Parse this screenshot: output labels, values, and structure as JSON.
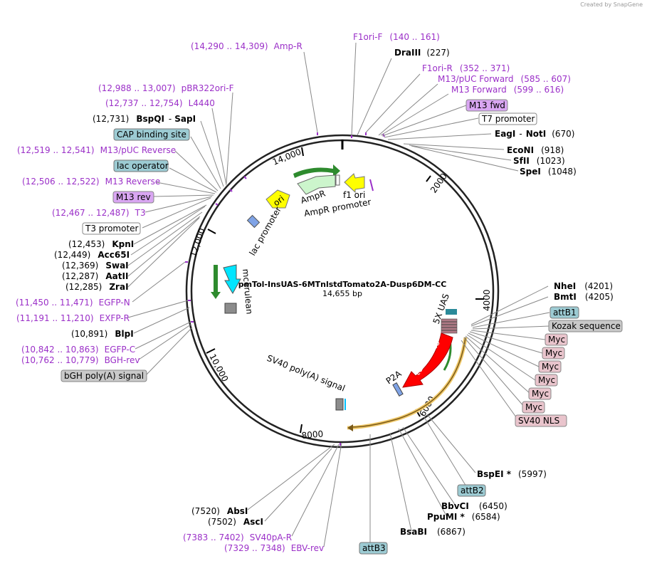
{
  "credit": "Created by SnapGene",
  "plasmid": {
    "name": "pmTol-InsUAS-6MTnlstdTomato2A-Dusp6DM-CC",
    "size": "14,655 bp"
  },
  "ticks": [
    "2000",
    "4000",
    "6000",
    "8000",
    "10,000",
    "12,000",
    "14,000"
  ],
  "features": {
    "f1ori": "f1 ori",
    "ampr": "AmpR",
    "ampr_promoter": "AmpR promoter",
    "ori": "ori",
    "lac_promoter": "lac promoter",
    "mcerulean": "mcerulean",
    "uas": "5X UAS",
    "tdtomato": "tdTomato",
    "p2a": "P2A",
    "sv40pa": "SV40 poly(A) signal"
  },
  "labels": {
    "amp_r": {
      "pos": "(14,290 .. 14,309)",
      "name": "Amp-R"
    },
    "f1ori_f": {
      "pos": "(140 .. 161)",
      "name": "F1ori-F"
    },
    "draiii": {
      "name": "DraIII",
      "pos": "(227)"
    },
    "f1ori_r": {
      "pos": "(352 .. 371)",
      "name": "F1ori-R"
    },
    "m13puc_fwd": {
      "pos": "(585 .. 607)",
      "name": "M13/pUC Forward"
    },
    "m13_fwd_long": {
      "pos": "(599 .. 616)",
      "name": "M13 Forward"
    },
    "m13_fwd_box": "M13 fwd",
    "t7_box": "T7 promoter",
    "eagi_noti": {
      "name1": "EagI",
      "sep": "-",
      "name2": "NotI",
      "pos": "(670)"
    },
    "econi": {
      "name": "EcoNI",
      "pos": "(918)"
    },
    "sfii": {
      "name": "SfII",
      "pos": "(1023)"
    },
    "spei": {
      "name": "SpeI",
      "pos": "(1048)"
    },
    "pbr322": {
      "pos": "(12,988 .. 13,007)",
      "name": "pBR322ori-F"
    },
    "l4440": {
      "pos": "(12,737 .. 12,754)",
      "name": "L4440"
    },
    "bspqi_sapi": {
      "pos": "(12,731)",
      "name1": "BspQI",
      "sep": "-",
      "name2": "SapI"
    },
    "cap_box": "CAP binding site",
    "m13puc_rev": {
      "pos": "(12,519 .. 12,541)",
      "name": "M13/pUC Reverse"
    },
    "lac_operator_box": "lac operator",
    "m13_reverse": {
      "pos": "(12,506 .. 12,522)",
      "name": "M13 Reverse"
    },
    "m13_rev_box": "M13 rev",
    "t3": {
      "pos": "(12,467 .. 12,487)",
      "name": "T3"
    },
    "t3_promoter_box": "T3 promoter",
    "kpni": {
      "pos": "(12,453)",
      "name": "KpnI"
    },
    "acc65i": {
      "pos": "(12,449)",
      "name": "Acc65I"
    },
    "swai": {
      "pos": "(12,369)",
      "name": "SwaI"
    },
    "aatii": {
      "pos": "(12,287)",
      "name": "AatII"
    },
    "zrai": {
      "pos": "(12,285)",
      "name": "ZraI"
    },
    "egfp_n": {
      "pos": "(11,450 .. 11,471)",
      "name": "EGFP-N"
    },
    "exfp_r": {
      "pos": "(11,191 .. 11,210)",
      "name": "EXFP-R"
    },
    "blpi": {
      "pos": "(10,891)",
      "name": "BlpI"
    },
    "egfp_c": {
      "pos": "(10,842 .. 10,863)",
      "name": "EGFP-C"
    },
    "bgh_rev": {
      "pos": "(10,762 .. 10,779)",
      "name": "BGH-rev"
    },
    "bgh_box": "bGH poly(A) signal",
    "nhei": {
      "name": "NheI",
      "pos": "(4201)"
    },
    "bmti": {
      "name": "BmtI",
      "pos": "(4205)"
    },
    "attb1_box": "attB1",
    "kozak_box": "Kozak sequence",
    "myc_boxes": [
      "Myc",
      "Myc",
      "Myc",
      "Myc",
      "Myc",
      "Myc"
    ],
    "sv40nls_box": "SV40 NLS",
    "bspei": {
      "name": "BspEI *",
      "pos": "(5997)"
    },
    "attb2_box": "attB2",
    "bbvci": {
      "name": "BbvCI",
      "pos": "(6450)"
    },
    "ppumi": {
      "name": "PpuMI *",
      "pos": "(6584)"
    },
    "bsabi": {
      "name": "BsaBI",
      "pos": "(6867)"
    },
    "attb3_box": "attB3",
    "absi": {
      "pos": "(7520)",
      "name": "AbsI"
    },
    "asci": {
      "pos": "(7502)",
      "name": "AscI"
    },
    "sv40pa_r": {
      "pos": "(7383 .. 7402)",
      "name": "SV40pA-R"
    },
    "ebv_rev": {
      "pos": "(7329 .. 7348)",
      "name": "EBV-rev"
    }
  },
  "colors": {
    "primer": "#9b30c8",
    "primer_box": "#d9a6f2",
    "feature_box": "#9ccbd3",
    "myc_box": "#e9c4cc",
    "gray_box": "#c9c9c9",
    "ori": "#ffff00",
    "ampr": "#ccf5cc",
    "cerulean": "#00e5ff",
    "tdtomato": "#ff0000"
  }
}
